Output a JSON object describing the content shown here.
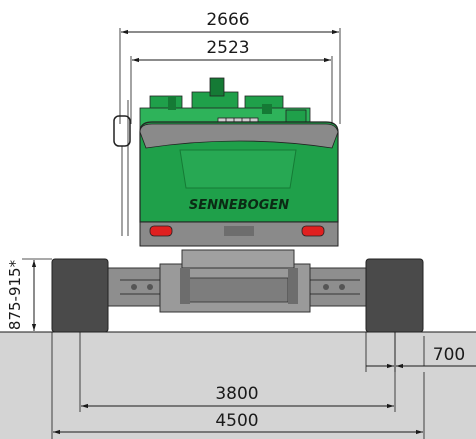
{
  "dimensions": {
    "overall_width": "2666",
    "upper_width": "2523",
    "ground_clearance": "875-915*",
    "track_shoe_width": "700",
    "track_gauge": "3800",
    "total_track_width": "4500"
  },
  "brand": {
    "logo_text": "SENNEBOGEN",
    "color": "#1fa04a",
    "dark_green": "#157a35"
  },
  "colors": {
    "ground": "#d4d4d4",
    "track": "#4a4a4a",
    "body_grey": "#8a8a8a",
    "tail_light": "#e02020"
  }
}
